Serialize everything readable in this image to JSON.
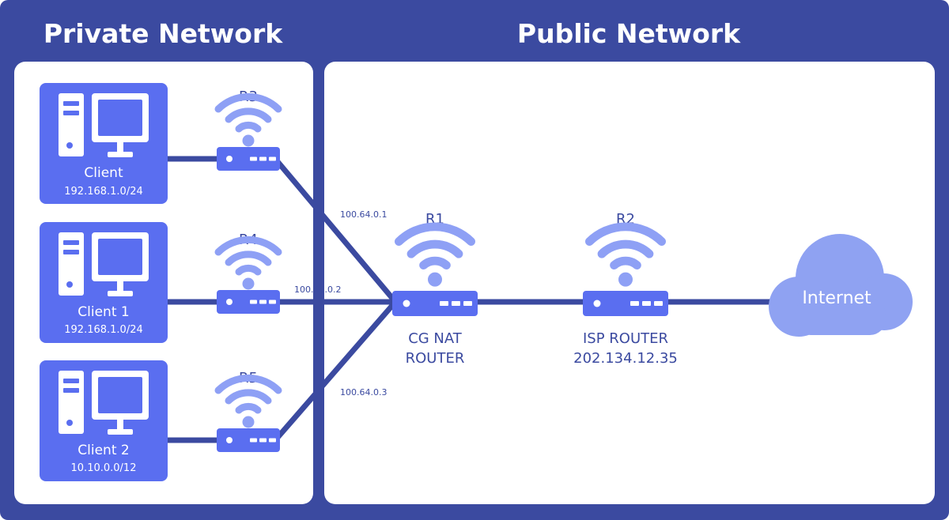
{
  "colors": {
    "frame": "#3b4aa0",
    "panel": "#ffffff",
    "client_card": "#5a6ef0",
    "wifi": "#8ea0f5",
    "cloud": "#8fa2f2",
    "link": "#3b4aa0"
  },
  "headers": {
    "private": "Private Network",
    "public": "Public Network"
  },
  "clients": [
    {
      "name": "Client",
      "subnet": "192.168.1.0/24",
      "icon": "desktop-computer-icon"
    },
    {
      "name": "Client 1",
      "subnet": "192.168.1.0/24",
      "icon": "desktop-computer-icon"
    },
    {
      "name": "Client 2",
      "subnet": "10.10.0.0/12",
      "icon": "desktop-computer-icon"
    }
  ],
  "routers": {
    "r3": {
      "label": "R3",
      "icon": "wifi-router-icon"
    },
    "r4": {
      "label": "R4",
      "icon": "wifi-router-icon"
    },
    "r5": {
      "label": "R5",
      "icon": "wifi-router-icon"
    },
    "r1": {
      "label": "R1",
      "name_line1": "CG NAT",
      "name_line2": "ROUTER",
      "icon": "wifi-router-icon"
    },
    "r2": {
      "label": "R2",
      "name_line1": "ISP ROUTER",
      "name_line2": "202.134.12.35",
      "icon": "wifi-router-icon"
    }
  },
  "link_ips": {
    "r3": "100.64.0.1",
    "r4": "100.64.0.2",
    "r5": "100.64.0.3"
  },
  "internet": {
    "label": "Internet",
    "icon": "cloud-icon"
  }
}
